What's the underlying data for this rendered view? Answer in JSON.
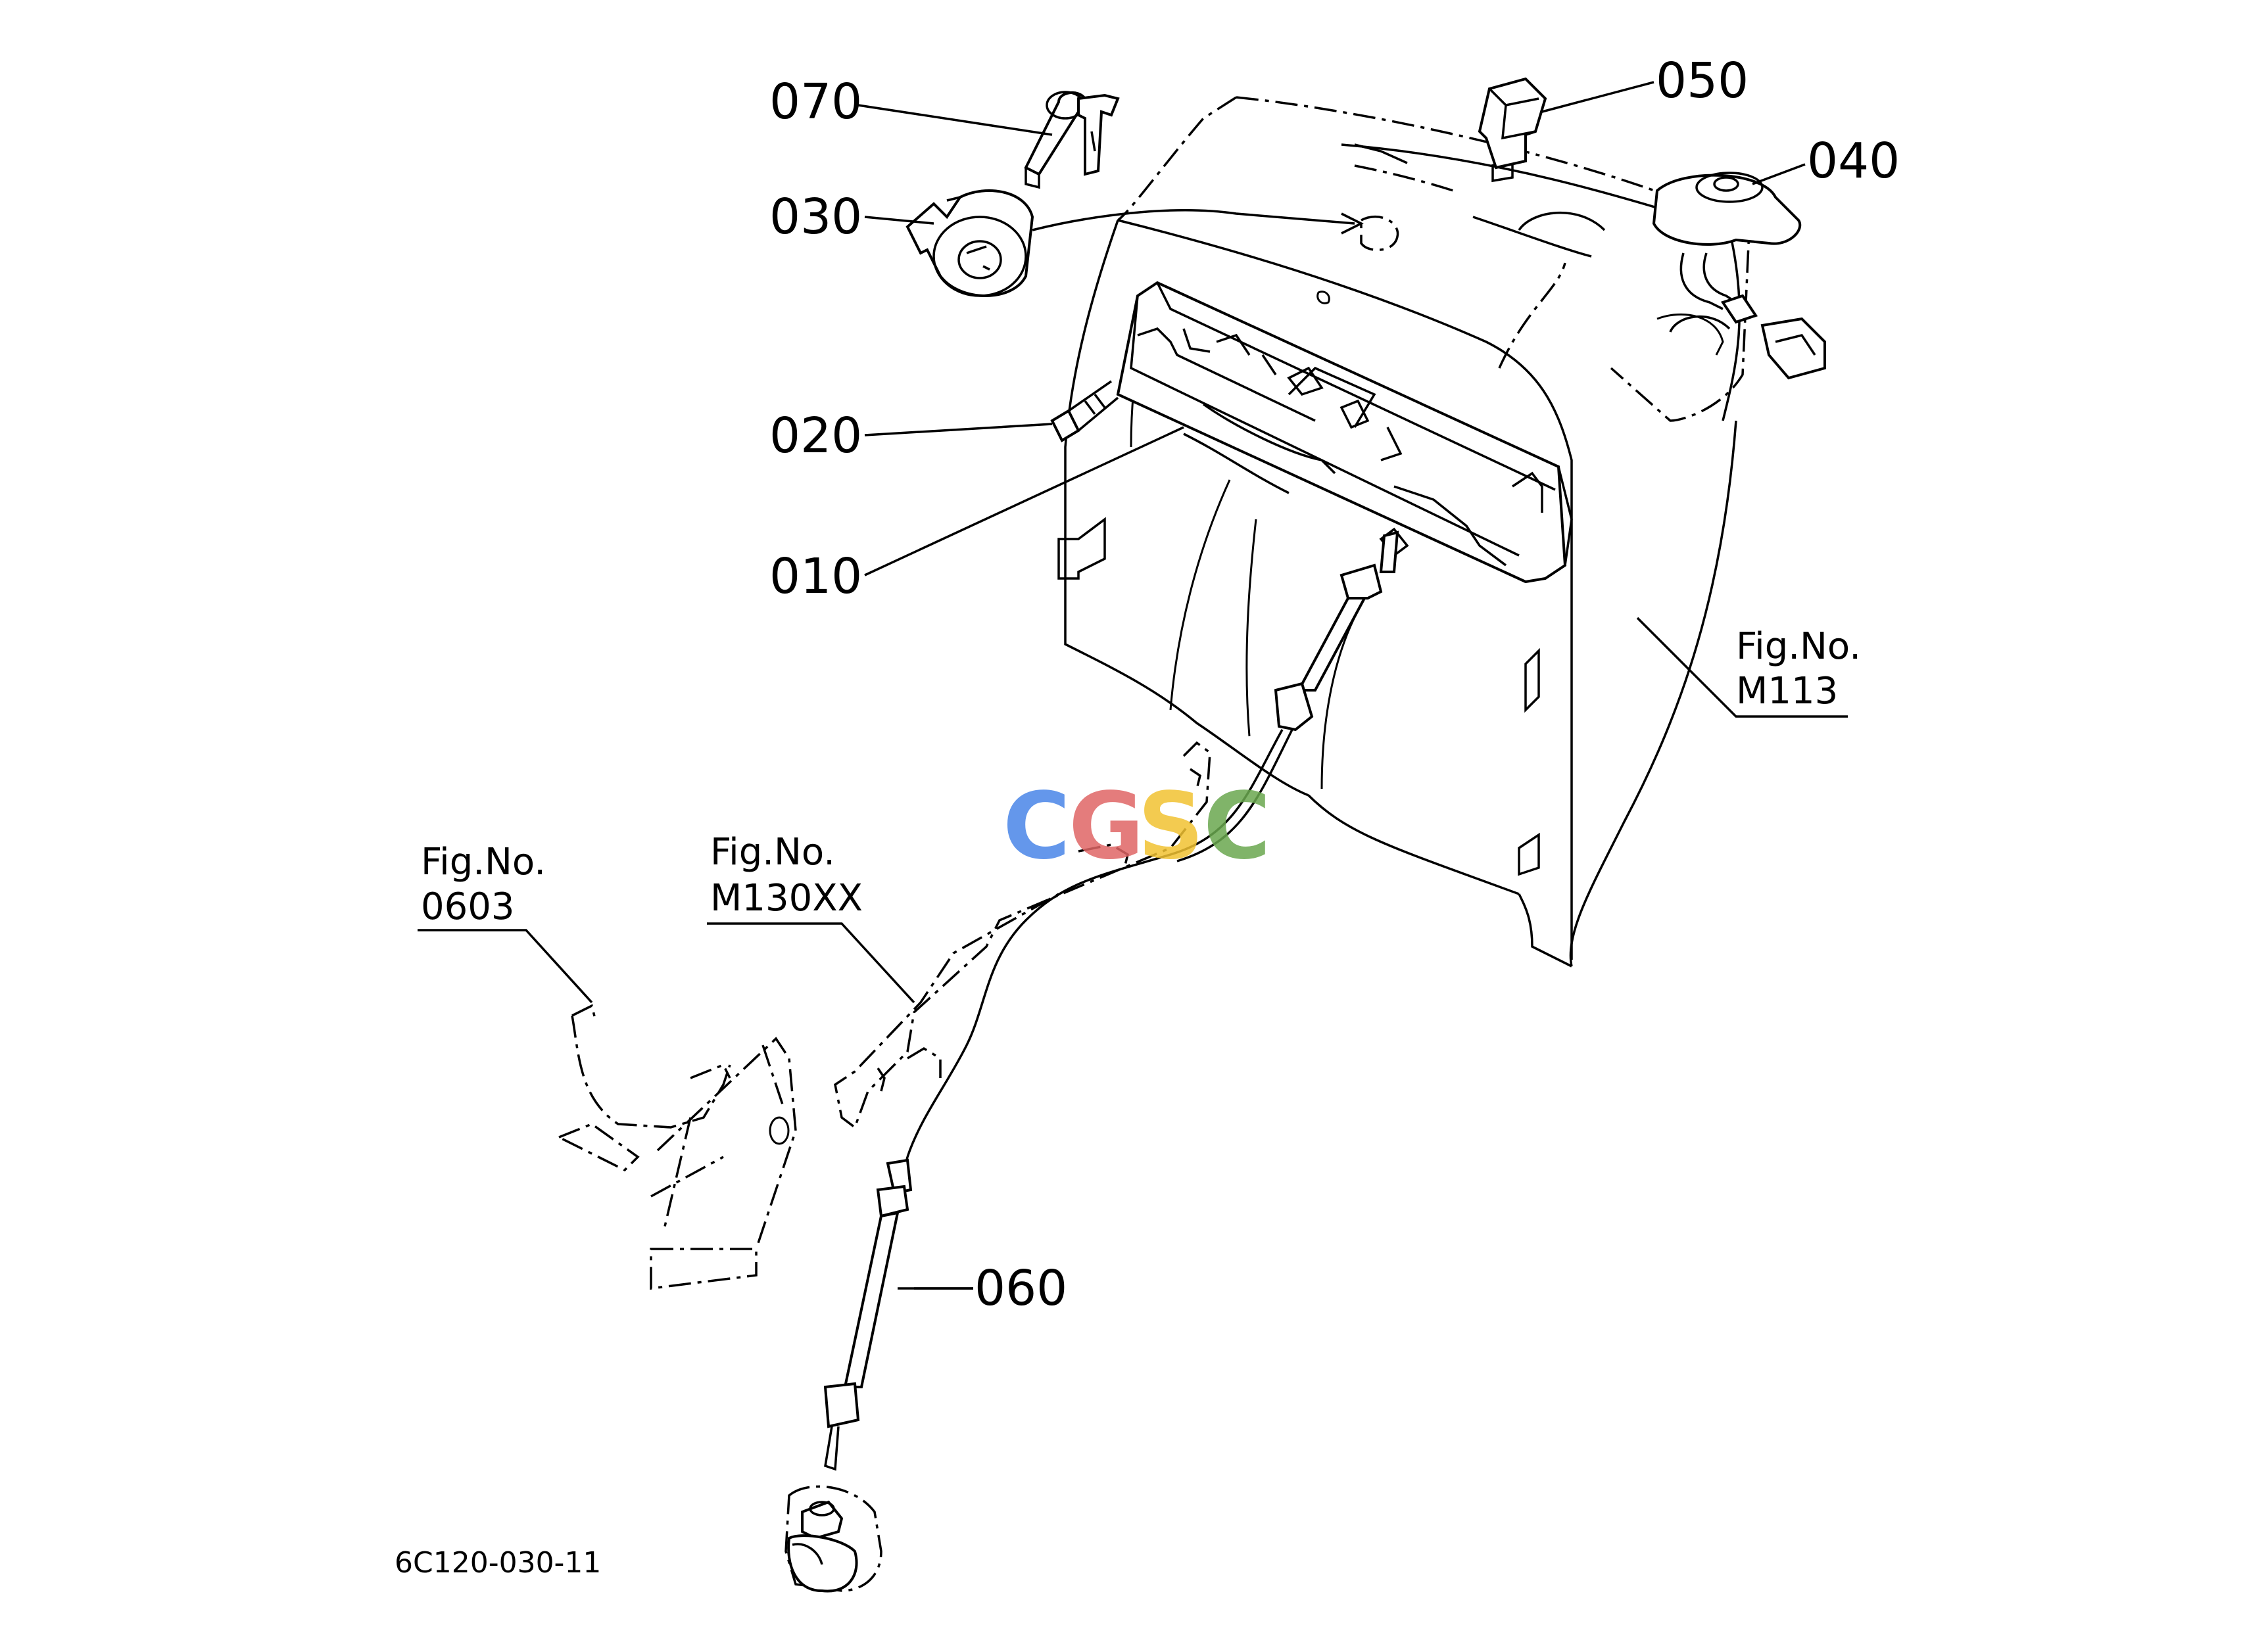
{
  "callouts": {
    "p010": "010",
    "p020": "020",
    "p030": "030",
    "p040": "040",
    "p050": "050",
    "p060": "060",
    "p070": "070"
  },
  "references": {
    "m113_title": "Fig.No.",
    "m113_code": "M113",
    "m130_title": "Fig.No.",
    "m130_code": "M130XX",
    "f0603_title": "Fig.No.",
    "f0603_code": "0603"
  },
  "diagram_code": "6C120-030-11",
  "watermark": {
    "letters": [
      "C",
      "G",
      "S",
      "C"
    ],
    "colors": [
      "#4a86e8",
      "#e06666",
      "#f1c232",
      "#6aa84f"
    ]
  }
}
